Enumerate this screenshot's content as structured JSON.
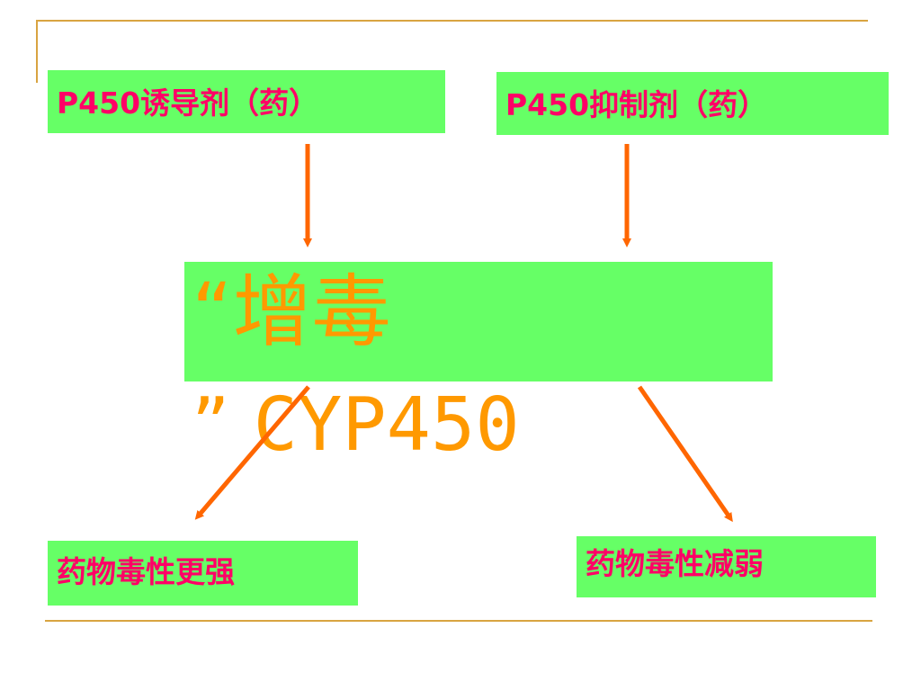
{
  "inducer_label": "P450诱导剂（药）",
  "inhibitor_label": "P450抑制剂（药）",
  "center": {
    "line1": "“增毒",
    "line2_prefix": "”",
    "line2_text": "CYP450"
  },
  "stronger_label": "药物毒性更强",
  "weaker_label": "药物毒性减弱",
  "colors": {
    "box_fill": "#66ff66",
    "label_text": "#ff0066",
    "center_text": "#ff9900",
    "arrow": "#ff6600",
    "rule_line": "#d9a441"
  }
}
